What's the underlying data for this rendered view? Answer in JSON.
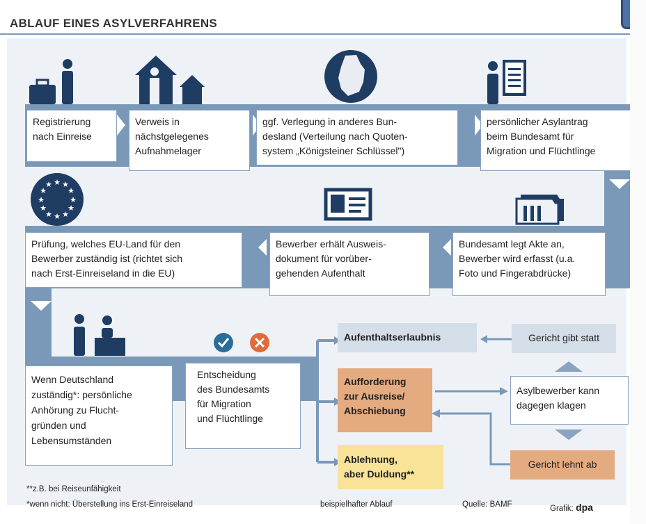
{
  "title": "ABLAUF EINES ASYLVERFAHRENS",
  "colors": {
    "band": "#7a99b8",
    "panel": "#eef2f7",
    "icon": "#1f3d63",
    "gray_box": "#d4dee9",
    "orange_box": "#e4aa80",
    "yellow_box": "#f8e398",
    "check": "#2a6d99",
    "cross": "#e06b3b"
  },
  "icons": [
    "luggage-person-icon",
    "houses-person-icon",
    "germany-map-icon",
    "person-document-icon",
    "eu-flag-icon",
    "id-card-icon",
    "folders-icon",
    "person-at-desk-icon",
    "check-icon",
    "cross-icon"
  ],
  "steps": {
    "s1": "Registrierung\nnach Einreise",
    "s2": "Verweis in\nnächstgelegenes\nAufnahmelager",
    "s3": "ggf. Verlegung in anderes Bun-\ndesland (Verteilung nach Quoten-\nsystem „Königsteiner Schlüssel\")",
    "s4": "persönlicher Asylantrag\nbeim Bundesamt für\nMigration und Flüchtlinge",
    "s5": "Bundesamt legt Akte an,\nBewerber wird erfasst (u.a.\nFoto und Fingerabdrücke)",
    "s6": "Bewerber erhält Ausweis-\ndokument für vorüber-\ngehenden Aufenthalt",
    "s7": "Prüfung, welches EU-Land für den\nBewerber zuständig ist (richtet sich\nnach Erst-Einreiseland in die EU)",
    "s8": "Wenn Deutschland\nzuständig*: persönliche\nAnhörung zu Flucht-\ngründen und\nLebensumständen",
    "s9": "Entscheidung\ndes Bundesamts\nfür Migration\nund Flüchtlinge"
  },
  "outcomes": {
    "residence": "Aufenthaltserlaubnis",
    "deport": "Aufforderung\nzur Ausreise/\nAbschiebung",
    "tolerated": "Ablehnung,\naber Duldung**"
  },
  "court": {
    "grants": "Gericht gibt statt",
    "sue": "Asylbewerber kann\ndagegen klagen",
    "rejects": "Gericht lehnt ab"
  },
  "footer": {
    "note1": "**z.B. bei Reiseunfähigkeit",
    "note2": "*wenn nicht: Überstellung ins Erst-Einreiseland",
    "example": "beispielhafter Ablauf",
    "source": "Quelle: BAMF",
    "graphic_label": "Grafik:",
    "graphic_brand": "dpa"
  }
}
